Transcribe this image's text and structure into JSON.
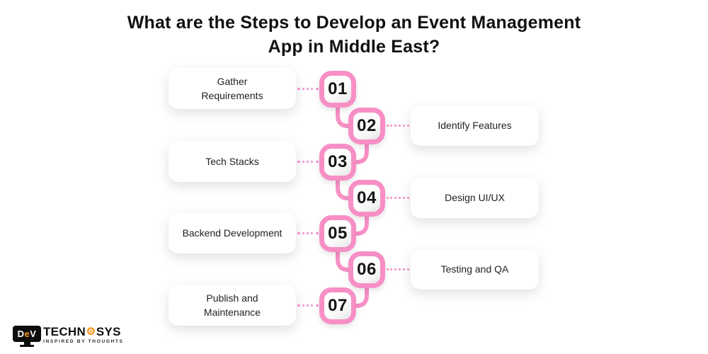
{
  "title": "What are the Steps to Develop an Event Management\nApp in Middle East?",
  "steps": [
    {
      "number": "01",
      "label": "Gather\nRequirements",
      "side": "left"
    },
    {
      "number": "02",
      "label": "Identify Features",
      "side": "right"
    },
    {
      "number": "03",
      "label": "Tech Stacks",
      "side": "left"
    },
    {
      "number": "04",
      "label": "Design UI/UX",
      "side": "right"
    },
    {
      "number": "05",
      "label": "Backend Development",
      "side": "left"
    },
    {
      "number": "06",
      "label": "Testing and QA",
      "side": "right"
    },
    {
      "number": "07",
      "label": "Publish and\nMaintenance",
      "side": "left"
    }
  ],
  "logo": {
    "monitor_d": "D",
    "monitor_e": "e",
    "monitor_v": "V",
    "brand_part1": "TECHN",
    "gear_icon": "⚙",
    "brand_part2": "SYS",
    "tagline": "INSPIRED BY THOUGHTS"
  },
  "colors": {
    "accent_pink": "#F78FC5",
    "dotted_pink": "#F2A3CF",
    "number_black": "#141414",
    "logo_orange": "#F7941D",
    "background": "#FFFFFF"
  }
}
